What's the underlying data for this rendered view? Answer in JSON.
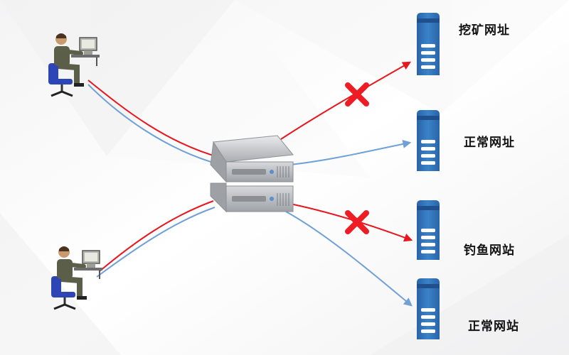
{
  "colors": {
    "blocked_path": "#e8161d",
    "allowed_path": "#6fa0d6",
    "block_mark": "#ee1c25",
    "destination_server": "#2f6fb5",
    "gateway_server": "#b9bcc1"
  },
  "destinations": [
    {
      "label": "挖矿网址",
      "status": "blocked"
    },
    {
      "label": "正常网址",
      "status": "allowed"
    },
    {
      "label": "钓鱼网站",
      "status": "blocked"
    },
    {
      "label": "正常网站",
      "status": "allowed"
    }
  ],
  "icons": {
    "user": "person-at-computer-icon",
    "gateway": "stacked-server-icon",
    "destination": "tower-server-icon",
    "blocked": "red-x-icon"
  }
}
